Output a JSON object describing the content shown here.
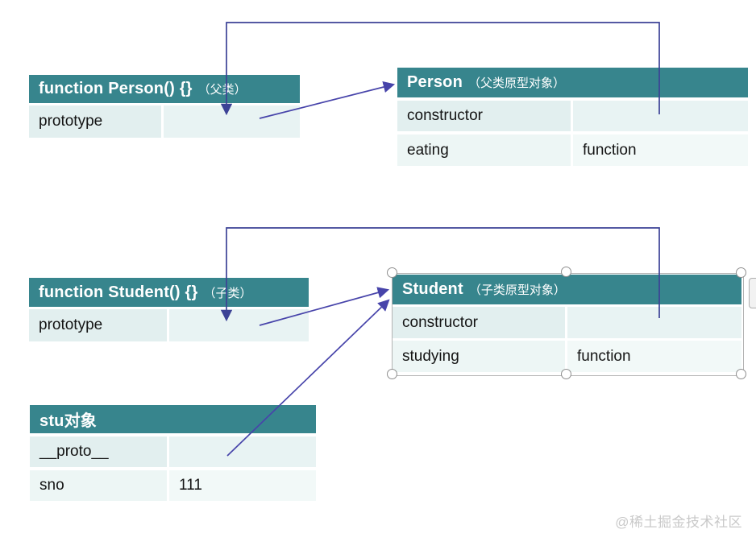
{
  "colors": {
    "header_teal": "#37858d",
    "row_light": "#e5f1f1",
    "row_lighter": "#eff7f6",
    "connector_blue": "#3c4296",
    "arrow_purple": "#4744aa",
    "watermark_gray": "#c9c9c9"
  },
  "tables": {
    "person_fn": {
      "title": "function Person() {}",
      "annotation": "（父类）",
      "rows": [
        {
          "key": "prototype",
          "value": ""
        }
      ]
    },
    "person_proto": {
      "title": "Person",
      "annotation": "（父类原型对象）",
      "rows": [
        {
          "key": "constructor",
          "value": ""
        },
        {
          "key": "eating",
          "value": "function"
        }
      ]
    },
    "student_fn": {
      "title": "function Student() {}",
      "annotation": "（子类）",
      "rows": [
        {
          "key": "prototype",
          "value": ""
        }
      ]
    },
    "student_proto": {
      "title": "Student",
      "annotation": "（子类原型对象）",
      "rows": [
        {
          "key": "constructor",
          "value": ""
        },
        {
          "key": "studying",
          "value": "function"
        }
      ]
    },
    "stu_obj": {
      "title": "stu对象",
      "annotation": "",
      "rows": [
        {
          "key": "__proto__",
          "value": ""
        },
        {
          "key": "sno",
          "value": "111"
        }
      ]
    }
  },
  "watermark": "@稀土掘金技术社区"
}
